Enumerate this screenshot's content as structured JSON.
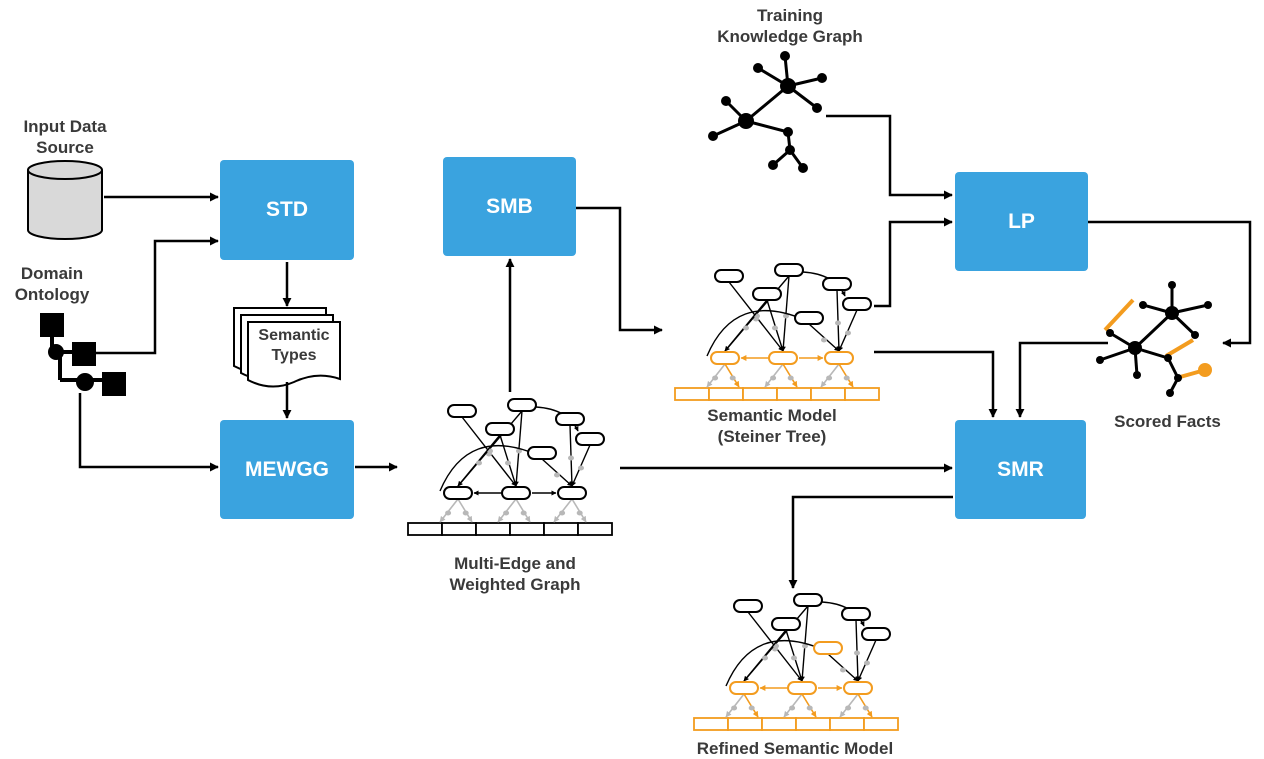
{
  "labels": {
    "input_data_source": [
      "Input Data",
      "Source"
    ],
    "domain_ontology": [
      "Domain",
      "Ontology"
    ],
    "semantic_types": [
      "Semantic",
      "Types"
    ],
    "training_kg": [
      "Training",
      "Knowledge Graph"
    ],
    "multi_edge_graph": [
      "Multi-Edge and",
      "Weighted Graph"
    ],
    "semantic_model": [
      "Semantic Model",
      "(Steiner Tree)"
    ],
    "scored_facts": "Scored Facts",
    "refined_semantic_model": "Refined Semantic Model"
  },
  "modules": {
    "std": "STD",
    "smb": "SMB",
    "lp": "LP",
    "mewgg": "MEWGG",
    "smr": "SMR"
  },
  "colors": {
    "module_fill": "#3aa3df",
    "module_text": "#ffffff",
    "highlight": "#f39c1f",
    "edge_gray": "#b8b8b8",
    "stroke": "#000000",
    "cylinder": "#d9d9d9"
  }
}
